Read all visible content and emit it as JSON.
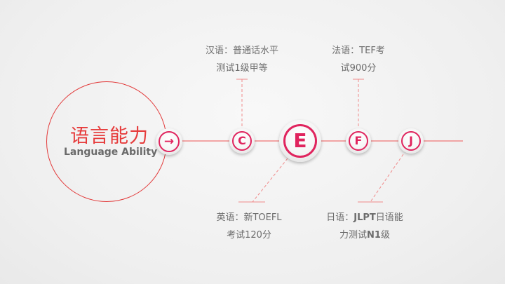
{
  "title": {
    "cn": "语言能力",
    "en": "Language Ability"
  },
  "nodes": [
    {
      "key": "arrow",
      "glyph": "→"
    },
    {
      "key": "c",
      "glyph": "C"
    },
    {
      "key": "e",
      "glyph": "E"
    },
    {
      "key": "f",
      "glyph": "F"
    },
    {
      "key": "j",
      "glyph": "J"
    }
  ],
  "labels": {
    "chinese": {
      "line1": "汉语：普通话水平",
      "line2": "测试1级甲等"
    },
    "french": {
      "line1": "法语：TEF考",
      "line2": "试900分"
    },
    "english": {
      "line1": "英语：新TOEFL",
      "line2": "考试120分"
    },
    "japanese": {
      "line1_prefix": "日语：",
      "line1_bold": "JLPT",
      "line1_suffix": "日语能",
      "line2_prefix": "力测试",
      "line2_bold": "N1",
      "line2_suffix": "级"
    }
  },
  "colors": {
    "accent": "#e0245e",
    "line": "#f08a8a",
    "circle": "#e23a3a",
    "text": "#6b6b6b"
  }
}
